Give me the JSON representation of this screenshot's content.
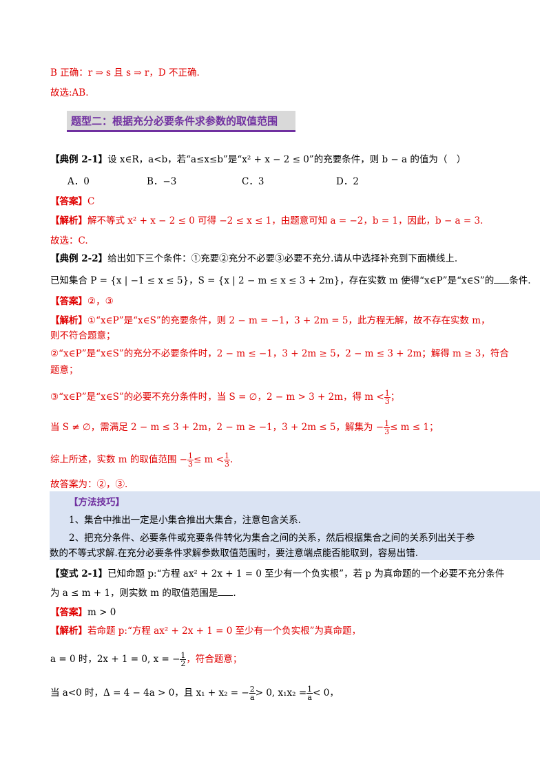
{
  "top": {
    "line_b": "B 正确：r ⇒ s 且 s ⇒ r，D 不正确.",
    "line_choose": "故选:AB."
  },
  "section_title": "题型二：根据充分必要条件求参数的取值范围",
  "ex21": {
    "tag": "【典例 2-1】",
    "question": "设 x∈R，a<b，若“a≤x≤b”是“x² + x − 2 ≤ 0”的充要条件，则 b − a 的值为（　）",
    "options": [
      "A．0",
      "B．−3",
      "C．3",
      "D．2"
    ],
    "answer_tag": "【答案】",
    "answer": "C",
    "analysis_tag": "【解析】",
    "analysis": "解不等式 x² + x − 2 ≤ 0 可得 −2 ≤ x ≤ 1，由题意可知 a = −2，b = 1，因此，b − a = 3.",
    "choose": "故选：C."
  },
  "ex22": {
    "tag": "【典例 2-2】",
    "question1": "给出如下三个条件：①充要②充分不必要③必要不充分.请从中选择补充到下面横线上.",
    "question2a": "已知集合 P = {x | −1 ≤ x ≤ 5}，S = {x | 2 − m ≤ x ≤ 3 + 2m}，存在实数 m 使得“x∈P”是“x∈S”的",
    "question2b": "条件.",
    "answer_tag": "【答案】",
    "answer": "②，③",
    "analysis_tag": "【解析】",
    "a1": "①“x∈P”是“x∈S”的充要条件，则 2 − m = −1，3 + 2m = 5，此方程无解，故不存在实数 m，",
    "a1b": "则不符合题意；",
    "a2": "②“x∈P”是“x∈S”的充分不必要条件时，2 − m ≤ −1，3 + 2m ≥ 5，2 − m ≤ 3 + 2m；解得 m ≥ 3，符合",
    "a2b": "题意；",
    "a3a": "③“x∈P”是“x∈S”的必要不充分条件时，当 S = ∅，2 − m > 3 + 2m，得 m <",
    "a3_frac": [
      "1",
      "3"
    ],
    "a3b": "；",
    "a4a": "当 S ≠ ∅，需满足 2 − m ≤ 3 + 2m，2 − m ≥ −1，3 + 2m ≤ 5，解集为 −",
    "a4_frac": [
      "1",
      "3"
    ],
    "a4b": "≤ m ≤ 1；",
    "a5a": "综上所述，实数 m 的取值范围 −",
    "a5_frac1": [
      "1",
      "3"
    ],
    "a5b": "≤ m <",
    "a5_frac2": [
      "1",
      "3"
    ],
    "a5c": ".",
    "final": "故答案为：②，③."
  },
  "tips": {
    "title": "【方法技巧】",
    "t1": "1、集合中推出一定是小集合推出大集合，注意包含关系.",
    "t2": "2、把充分条件、必要条件或充要条件转化为集合之间的关系，然后根据集合之间的关系列出关于参",
    "t3": "数的不等式求解.在充分必要条件求解参数取值范围时，要注意端点能否能取到，容易出错."
  },
  "var21": {
    "tag": "【变式 2-1】",
    "q1": "已知命题 p:“方程 ax² + 2x + 1 = 0 至少有一个负实根”，若 p 为真命题的一个必要不充分条件",
    "q2a": "为 a ≤ m + 1，则实数 m 的取值范围是",
    "q2b": ".",
    "answer_tag": "【答案】",
    "answer": "m > 0",
    "analysis_tag": "【解析】",
    "a1": "若命题 p:“方程 ax² + 2x + 1 = 0 至少有一个负实根”为真命题，",
    "a2a": "a = 0 时，2x + 1 = 0, x = −",
    "a2_frac": [
      "1",
      "2"
    ],
    "a2b": "，符合题意；",
    "a3a": "当 a<0 时，Δ = 4 − 4a > 0，且 x₁ + x₂ = −",
    "a3_frac1": [
      "2",
      "a"
    ],
    "a3b": "> 0, x₁x₂ =",
    "a3_frac2": [
      "1",
      "a"
    ],
    "a3c": "< 0，"
  },
  "colors": {
    "red": "#e00000",
    "purple": "#7030a0",
    "tips_bg": "#dae3f3",
    "heading_bg": "#d9d9d9"
  }
}
